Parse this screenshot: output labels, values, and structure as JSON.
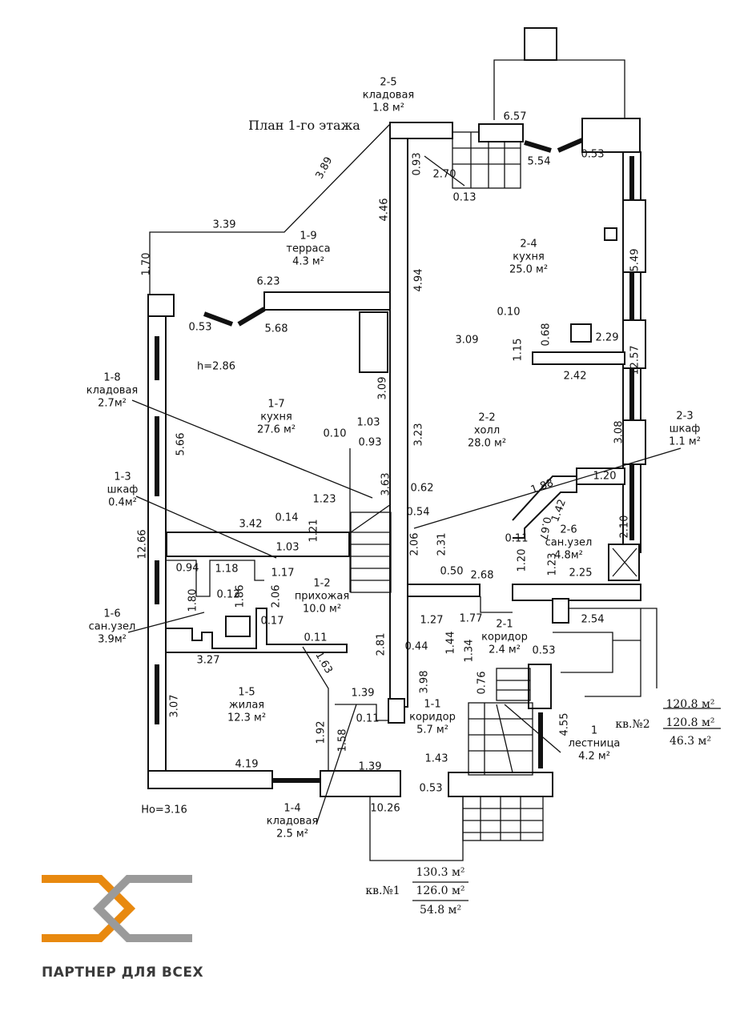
{
  "title": "План 1-го этажа",
  "rooms": [
    {
      "id": "2-5",
      "name": "кладовая",
      "area": "1.8 м²"
    },
    {
      "id": "1-9",
      "name": "терраса",
      "area": "4.3 м²"
    },
    {
      "id": "2-4",
      "name": "кухня",
      "area": "25.0 м²"
    },
    {
      "id": "1-8",
      "name": "кладовая",
      "area": "2.7м²"
    },
    {
      "id": "1-7",
      "name": "кухня",
      "area": "27.6 м²"
    },
    {
      "id": "2-2",
      "name": "холл",
      "area": "28.0 м²"
    },
    {
      "id": "2-3",
      "name": "шкаф",
      "area": "1.1 м²"
    },
    {
      "id": "1-3",
      "name": "шкаф",
      "area": "0.4м²"
    },
    {
      "id": "2-6",
      "name": "сан.узел",
      "area": "4.8м²"
    },
    {
      "id": "1-2",
      "name": "прихожая",
      "area": "10.0 м²"
    },
    {
      "id": "1-6",
      "name": "сан.узел",
      "area": "3.9м²"
    },
    {
      "id": "2-1",
      "name": "коридор",
      "area": "2.4 м²"
    },
    {
      "id": "1-5",
      "name": "жилая",
      "area": "12.3 м²"
    },
    {
      "id": "1-1",
      "name": "коридор",
      "area": "5.7 м²"
    },
    {
      "id": "1",
      "name": "лестница",
      "area": "4.2 м²"
    },
    {
      "id": "1-4",
      "name": "кладовая",
      "area": "2.5 м²"
    }
  ],
  "dimensions": [
    "6.57",
    "5.54",
    "0.53",
    "0.93",
    "2.70",
    "0.13",
    "3.89",
    "3.39",
    "4.46",
    "1.70",
    "6.23",
    "5.68",
    "0.53",
    "4.94",
    "5.49",
    "0.10",
    "0.68",
    "2.29",
    "1.15",
    "3.09",
    "2.42",
    "12.57",
    "h=2.86",
    "3.09",
    "1.03",
    "0.10",
    "0.93",
    "3.23",
    "3.08",
    "5.66",
    "3.63",
    "1.23",
    "0.62",
    "1.88",
    "1.20",
    "12.66",
    "3.42",
    "0.14",
    "1.21",
    "1.03",
    "1.17",
    "0.54",
    "2.06",
    "2.31",
    "1.42",
    "0.67",
    "0.11",
    "2.10",
    "1.20",
    "1.23",
    "2.25",
    "0.50",
    "2.68",
    "0.94",
    "1.18",
    "0.12",
    "1.86",
    "2.06",
    "1.80",
    "0.17",
    "1.27",
    "1.77",
    "2.54",
    "0.11",
    "1.63",
    "3.27",
    "2.81",
    "0.44",
    "1.44",
    "1.34",
    "0.53",
    "3.98",
    "0.76",
    "1.39",
    "0.11",
    "3.07",
    "4.55",
    "1.92",
    "1.58",
    "1.43",
    "4.19",
    "1.39",
    "0.53",
    "Ho=3.16",
    "10.26"
  ],
  "apartment2": {
    "label": "кв.№2",
    "total": "120.8 м²",
    "total2": "120.8 м²",
    "living": "46.3 м²"
  },
  "apartment1": {
    "label": "кв.№1",
    "total": "130.3 м²",
    "total2": "126.0 м²",
    "living": "54.8 м²"
  },
  "logo": {
    "text": "ПАРТНЕР ДЛЯ ВСЕХ",
    "orange": "#e8890f",
    "gray": "#9a9a9a"
  }
}
